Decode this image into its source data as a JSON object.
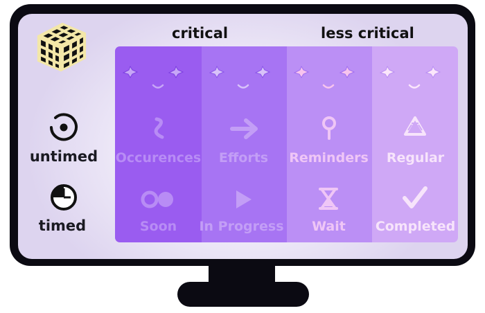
{
  "headers": {
    "critical": "critical",
    "less_critical": "less critical"
  },
  "side": {
    "untimed_label": "untimed",
    "timed_label": "timed"
  },
  "categories": [
    {
      "top_label": "Occurences",
      "bottom_label": "Soon",
      "top_icon": "squiggle-icon",
      "bottom_icon": "double-circle-icon"
    },
    {
      "top_label": "Efforts",
      "bottom_label": "In Progress",
      "top_icon": "arrow-right-icon",
      "bottom_icon": "play-icon"
    },
    {
      "top_label": "Reminders",
      "bottom_label": "Wait",
      "top_icon": "pin-icon",
      "bottom_icon": "hourglass-icon"
    },
    {
      "top_label": "Regular",
      "bottom_label": "Completed",
      "top_icon": "recycle-icon",
      "bottom_icon": "checkmark-icon"
    }
  ],
  "colors": {
    "panel_1": "#9a5cf0",
    "panel_2": "#a774f3",
    "panel_3": "#bb8ff5",
    "panel_4": "#cfa8f6",
    "monitor": "#0b0a12",
    "cube": "#f3e7a8"
  }
}
